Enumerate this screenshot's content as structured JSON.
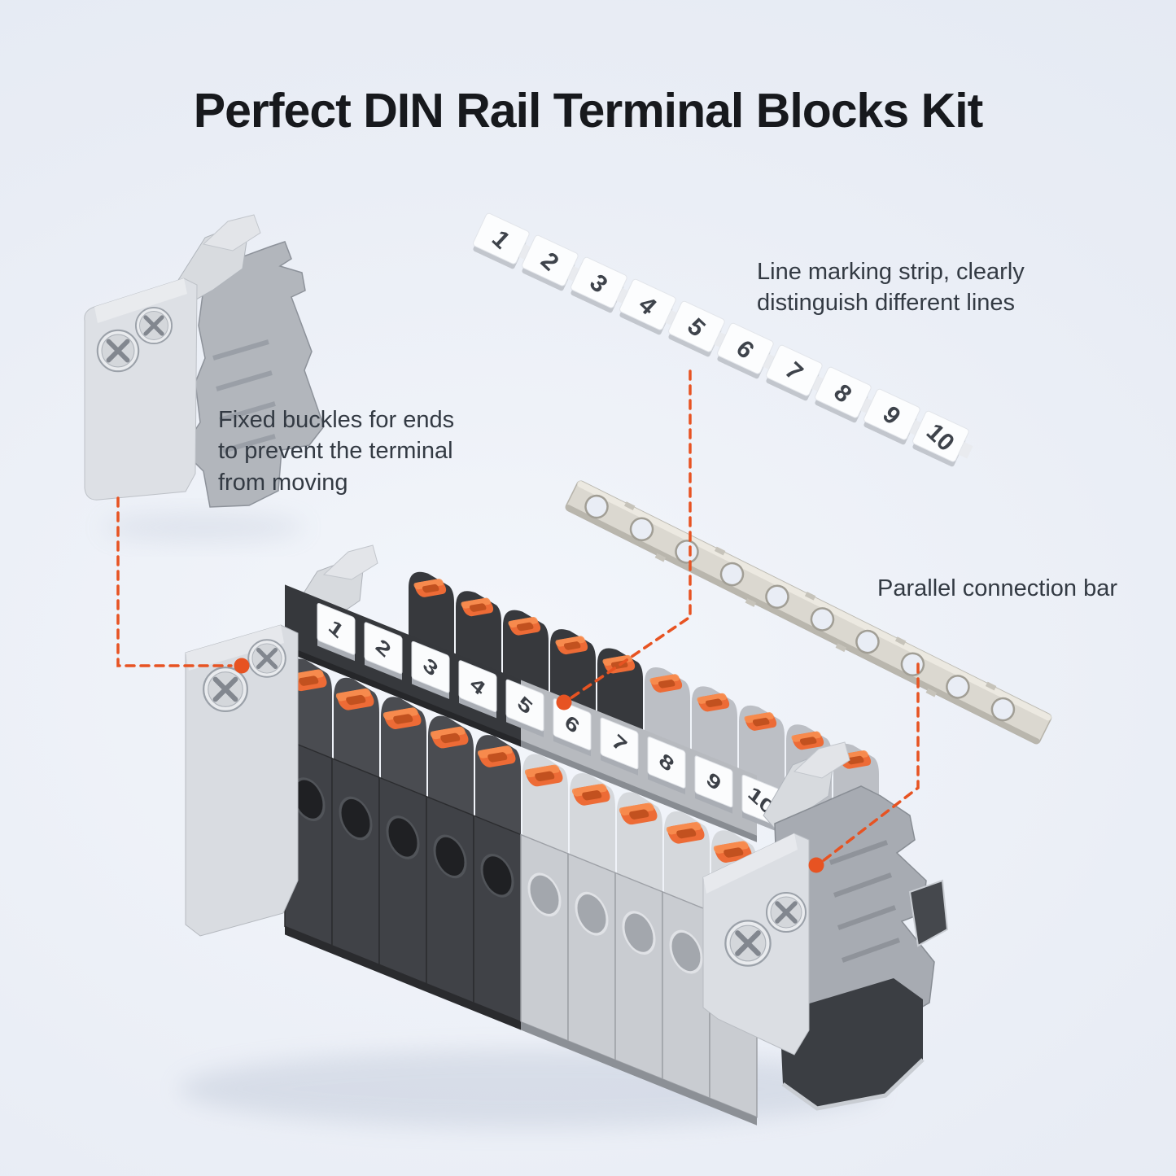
{
  "title": "Perfect DIN Rail Terminal Blocks Kit",
  "annotations": {
    "fixed_buckles": "Fixed buckles for ends\nto prevent the terminal\nfrom moving",
    "line_marking": "Line marking strip, clearly\ndistinguish different lines",
    "parallel_bar": "Parallel connection bar"
  },
  "loose_marking_strip": {
    "labels": [
      "1",
      "2",
      "3",
      "4",
      "5",
      "6",
      "7",
      "8",
      "9",
      "10"
    ]
  },
  "installed_marking_strip": {
    "labels": [
      "1",
      "2",
      "3",
      "4",
      "5",
      "6",
      "7",
      "8",
      "9",
      "10"
    ]
  },
  "colors": {
    "background_top": "#e9edf5",
    "background_bottom": "#e2e8f1",
    "accent_leader": "#e75322",
    "lever_orange": "#ed6b36",
    "block_dark": "#3c3e42",
    "block_light": "#c7cacf",
    "metal_silver": "#d8d5cd",
    "title_text": "#17191d",
    "annotation_text": "#333a43"
  }
}
